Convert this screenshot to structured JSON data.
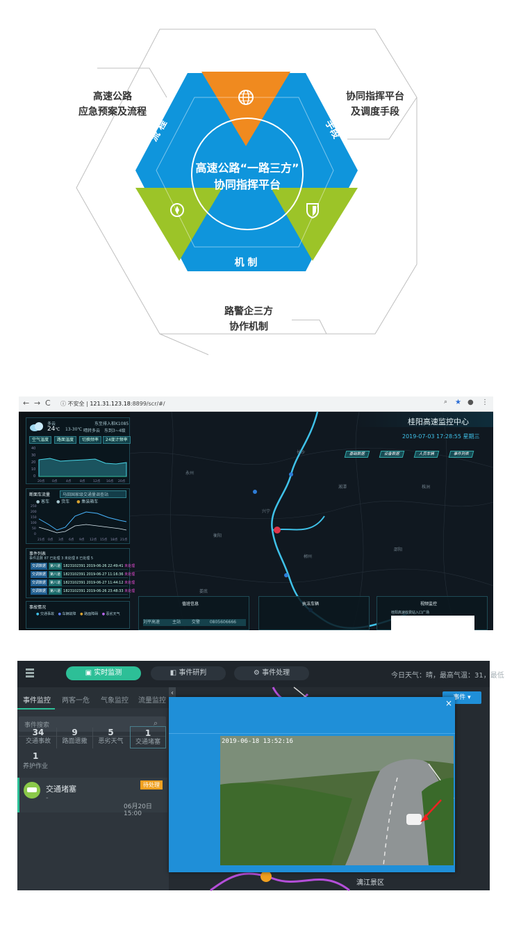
{
  "diagram": {
    "center_line1": "高速公路“一路三方”",
    "center_line2": "协同指挥平台",
    "left_word": "流 程",
    "right_word": "手段",
    "bottom_word": "机 制",
    "top_left_label_1": "高速公路",
    "top_left_label_2": "应急预案及流程",
    "top_right_label_1": "协同指挥平台",
    "top_right_label_2": "及调度手段",
    "bottom_label_1": "路警企三方",
    "bottom_label_2": "协作机制",
    "colors": {
      "blue": "#0f95dc",
      "orange": "#f08a1f",
      "green": "#9cc428"
    },
    "icons": [
      "globe-icon",
      "compass-icon",
      "shield-icon"
    ]
  },
  "browser": {
    "nav_back": "←",
    "nav_forward": "→",
    "nav_reload": "C",
    "security": "不安全",
    "url_host": "121.31.123.18",
    "url_rest": ":8899/scr/#/",
    "dashboard": {
      "title": "桂阳高速监控中心",
      "datetime": "2019-07-03  17:28:55  星期三",
      "weather": {
        "condition": "多云",
        "temp": "24",
        "unit": "℃",
        "range": "13-30℃",
        "desc": "晴转多云",
        "location": "东至排入桩K1085",
        "speed": "东到3~4级"
      },
      "air_tabs": [
        "空气温度",
        "路面温度",
        "切换频率",
        "24度计频率"
      ],
      "air_y_ticks": [
        "40",
        "30",
        "20",
        "10",
        "0"
      ],
      "air_x_ticks": [
        "20点",
        "0点",
        "4点",
        "8点",
        "12点",
        "16点",
        "20点"
      ],
      "flow_title": "断面车流量",
      "flow_select": "马田国家级交通量调查站",
      "flow_legend": [
        "客车",
        "货车",
        "集装箱车"
      ],
      "flow_y_ticks": [
        "250",
        "200",
        "150",
        "100",
        "50",
        "0"
      ],
      "flow_x_ticks": [
        "21点",
        "0点",
        "3点",
        "6点",
        "9点",
        "12点",
        "15点",
        "18点",
        "21点"
      ],
      "event_title": "事件列表",
      "event_counts": "事件总数 87   已处理 3   未处理 8   已处理 5",
      "events": [
        {
          "a": "交调数据",
          "b": "第八道",
          "id": "1823102391",
          "time": "2019-06-26 22:49:41",
          "status": "未处理"
        },
        {
          "a": "交调数据",
          "b": "第八道",
          "id": "1823102391",
          "time": "2019-06-27 11:16:36",
          "status": "未处理"
        },
        {
          "a": "交调数据",
          "b": "第八道",
          "id": "1823102391",
          "time": "2019-06-27 11:44:12",
          "status": "未处理"
        },
        {
          "a": "交调数据",
          "b": "第八道",
          "id": "1823102391",
          "time": "2019-06-26 23:48:33",
          "status": "未处理"
        }
      ],
      "accident_title": "事故情况",
      "accident_legend": [
        "交通事故",
        "车辆故障",
        "路面障碍",
        "恶劣天气"
      ],
      "top_pills": [
        "基础数据",
        "设备数据",
        "人员车辆",
        "事件列表"
      ],
      "bottom_panels": [
        "值班信息",
        "执法车辆",
        "视频监控"
      ],
      "duty_row": [
        "刘平高速",
        "主站",
        "交警",
        "0805606666"
      ],
      "video_label": "桂阳高速收费站入口广场",
      "map_cities": [
        "兴宁",
        "长沙",
        "湘潭",
        "衡阳",
        "郴州",
        "永州",
        "邵阳",
        "株洲",
        "娄底"
      ]
    }
  },
  "app": {
    "tabs": [
      "实时监测",
      "事件研判",
      "事件处理"
    ],
    "weather": "今日天气：晴，最高气温：31，最低",
    "sidebar_tabs": [
      "事件监控",
      "两客一危",
      "气象监控",
      "流量监控"
    ],
    "search_placeholder": "事件搜索",
    "stats": [
      {
        "n": "34",
        "l": "交通事故"
      },
      {
        "n": "9",
        "l": "路面遗撒"
      },
      {
        "n": "5",
        "l": "恶劣天气"
      },
      {
        "n": "1",
        "l": "交通堵塞"
      }
    ],
    "stat_extra": {
      "n": "1",
      "l": "养护作业"
    },
    "event_card": {
      "title": "交通堵塞",
      "sub": "-",
      "badge": "待处理",
      "time": "06月20日 15:00"
    },
    "video": {
      "timestamp": "2019-06-18 13:52:16",
      "close": "×"
    },
    "right_button": "事件",
    "map_label": "漓江景区",
    "colors": {
      "accent": "#2dbf97",
      "popup": "#1f8fd8",
      "badge": "#f0a020"
    }
  }
}
